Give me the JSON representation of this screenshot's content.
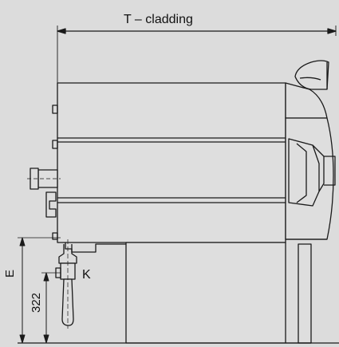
{
  "dimensions": {
    "depth_label": "T – cladding",
    "height_label": "E",
    "tap_height_label": "322",
    "tap_label": "K"
  },
  "colors": {
    "background": "#dcdcdc",
    "line": "#1a1a1a",
    "dim_line": "#333333"
  }
}
